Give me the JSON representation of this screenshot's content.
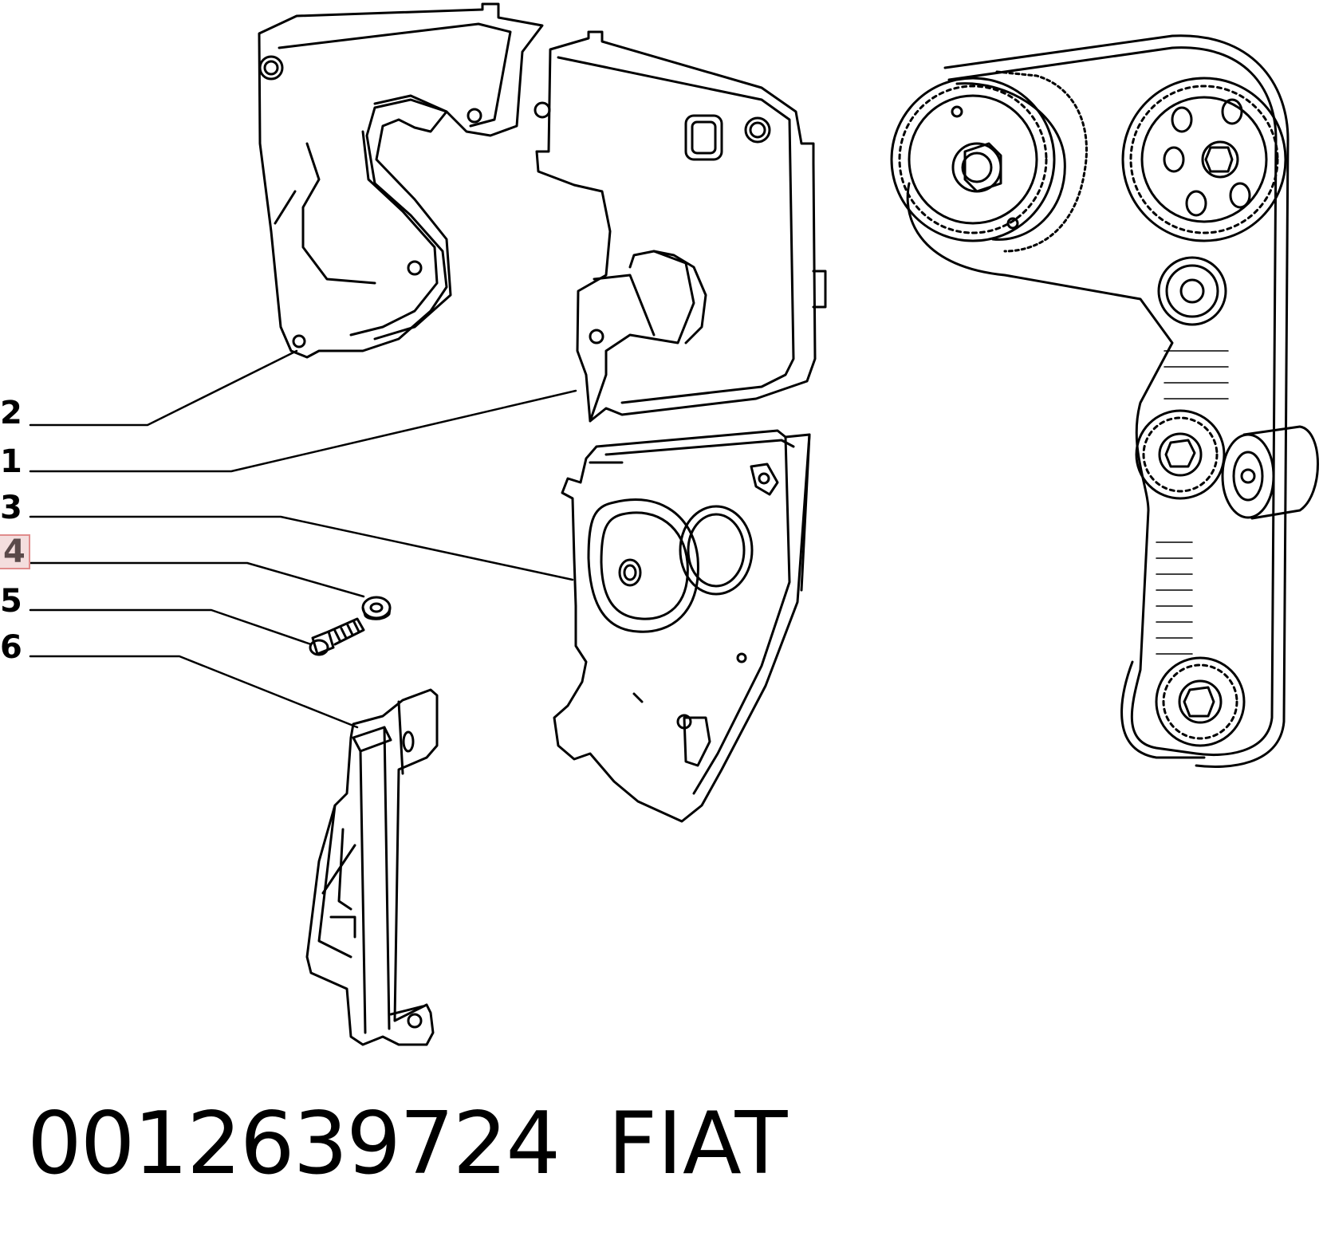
{
  "callouts": [
    {
      "id": "2",
      "label": "2",
      "highlighted": false
    },
    {
      "id": "1",
      "label": "1",
      "highlighted": false
    },
    {
      "id": "3",
      "label": "3",
      "highlighted": false
    },
    {
      "id": "4",
      "label": "4",
      "highlighted": true
    },
    {
      "id": "5",
      "label": "5",
      "highlighted": false
    },
    {
      "id": "6",
      "label": "6",
      "highlighted": false
    }
  ],
  "footer": {
    "part_number": "0012639724",
    "brand": "FIAT"
  },
  "colors": {
    "line": "#000000",
    "highlight_fill": "#f4dede",
    "highlight_border": "#e08c8c"
  }
}
